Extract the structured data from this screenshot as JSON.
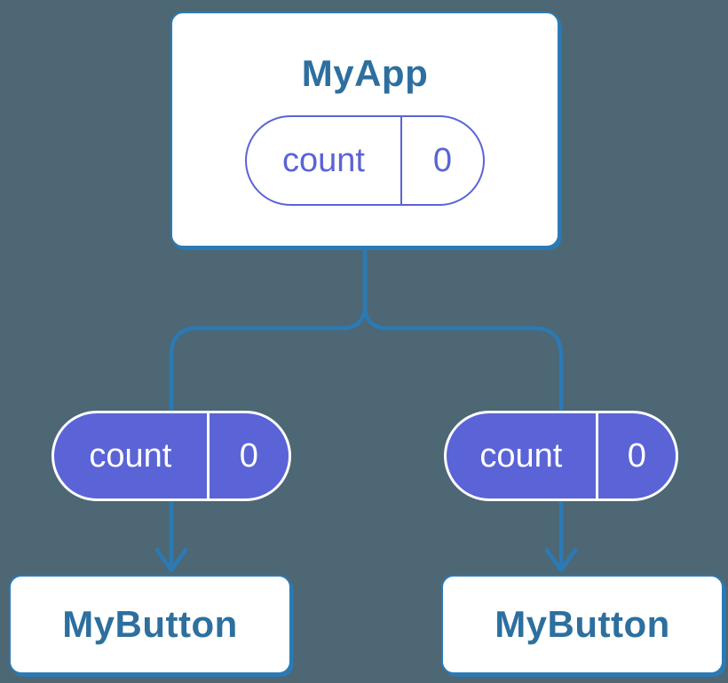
{
  "canvas": {
    "background": "#4D6774"
  },
  "palette": {
    "line_blue": "#2B7AB5",
    "label_blue": "#2D6F9E",
    "purple": "#5A64D6",
    "card_bg": "#FFFFFF",
    "pill_text_on_purple": "#FFFFFF"
  },
  "parent_component": {
    "title": "MyApp",
    "state_pill": {
      "name": "count",
      "value": "0"
    }
  },
  "branches": [
    {
      "prop_pill": {
        "name": "count",
        "value": "0"
      },
      "child": {
        "title": "MyButton"
      }
    },
    {
      "prop_pill": {
        "name": "count",
        "value": "0"
      },
      "child": {
        "title": "MyButton"
      }
    }
  ]
}
